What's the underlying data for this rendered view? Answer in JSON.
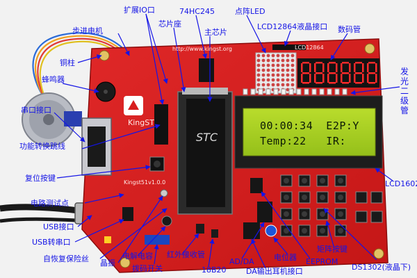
{
  "board": {
    "url": "http://www.kingst.org",
    "brand": "KingST",
    "version": "Kingst51v1.0.0",
    "lcd_header": "LCD12864",
    "chip_text": "STC",
    "lcd_line1": "00:00:34  E2P:Y",
    "lcd_line2": "Temp:22   IR:"
  },
  "labels": {
    "expand_io": "扩展IO口",
    "hc245": "74HC245",
    "dot_led": "点阵LED",
    "stepper": "步进电机",
    "chip_socket": "芯片座",
    "main_chip": "主芯片",
    "lcd12864_port": "LCD12864液晶接口",
    "seg_display": "数码管",
    "copper_pillar": "铜柱",
    "buzzer": "蜂鸣器",
    "diode": "发光二级管",
    "serial_port": "串口接口",
    "func_jumper": "功能转换跳线",
    "reset_key": "复位按键",
    "lcd1602": "LCD1602",
    "test_point": "电路测试点",
    "usb_port": "USB接口",
    "usb_serial": "USB转串口",
    "fuse": "自恢复保险丝",
    "crystal": "晶振",
    "cap": "电解电容",
    "dip_switch": "拨码开关",
    "ir_receiver": "红外接收管",
    "ds18b20": "18B20",
    "adda": "AD/DA",
    "da_out": "DA输出耳机接口",
    "potentiometer": "电位器",
    "eeprom": "EEPROM",
    "matrix_key": "矩阵按键",
    "ds1302": "DS1302(液晶下)"
  },
  "colors": {
    "pcb": "#d81e1e",
    "label": "#1414e6",
    "lcd_bg": "#a8cf22",
    "seg_on": "#ff2a2a"
  }
}
